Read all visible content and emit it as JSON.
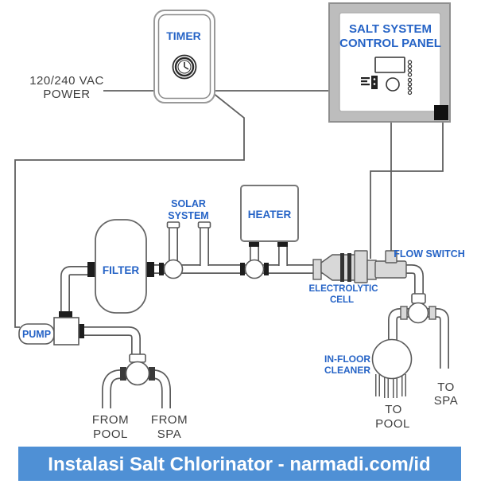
{
  "colors": {
    "label_blue": "#2563c6",
    "text_dark": "#3f3f3f",
    "line": "#5f5f5f",
    "pipe_outline": "#5a5a5a",
    "component_fill": "#d8d8d8",
    "banner_bg": "#4f90d5",
    "banner_text": "#ffffff"
  },
  "labels": {
    "power": {
      "line1": "120/240 VAC",
      "line2": "POWER"
    },
    "timer": "TIMER",
    "control_panel": {
      "line1": "SALT SYSTEM",
      "line2": "CONTROL PANEL"
    },
    "solar": {
      "line1": "SOLAR",
      "line2": "SYSTEM"
    },
    "heater": "HEATER",
    "filter": "FILTER",
    "pump": "PUMP",
    "electrolytic": {
      "line1": "ELECTROLYTIC",
      "line2": "CELL"
    },
    "flow_switch": "FLOW SWITCH",
    "cleaner": {
      "line1": "IN-FLOOR",
      "line2": "CLEANER"
    },
    "from_pool": {
      "line1": "FROM",
      "line2": "POOL"
    },
    "from_spa": {
      "line1": "FROM",
      "line2": "SPA"
    },
    "to_pool": {
      "line1": "TO",
      "line2": "POOL"
    },
    "to_spa": {
      "line1": "TO",
      "line2": "SPA"
    }
  },
  "banner": {
    "text": "Instalasi Salt Chlorinator - narmadi.com/id"
  }
}
